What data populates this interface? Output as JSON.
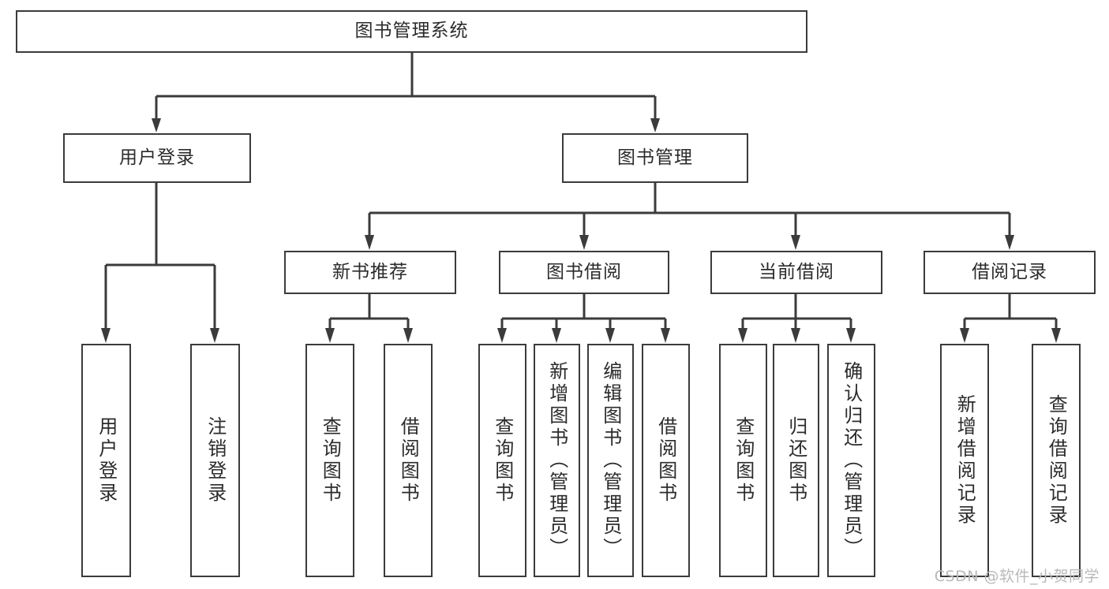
{
  "diagram": {
    "title": "图书管理系统",
    "type": "tree-hierarchy-diagram",
    "root": {
      "id": "root",
      "label": "图书管理系统"
    },
    "level2": [
      {
        "id": "user-login",
        "label": "用户登录"
      },
      {
        "id": "book-manage",
        "label": "图书管理"
      }
    ],
    "level3": [
      {
        "id": "new-book-rec",
        "label": "新书推荐"
      },
      {
        "id": "book-borrow",
        "label": "图书借阅"
      },
      {
        "id": "current-borrow",
        "label": "当前借阅"
      },
      {
        "id": "borrow-record",
        "label": "借阅记录"
      }
    ],
    "leaves": {
      "user_login": [
        {
          "id": "leaf-user-login",
          "label": "用户登录"
        },
        {
          "id": "leaf-logout-login",
          "label": "注销登录"
        }
      ],
      "new_book_rec": [
        {
          "id": "leaf-query-book-1",
          "label": "查询图书"
        },
        {
          "id": "leaf-borrow-book-1",
          "label": "借阅图书"
        }
      ],
      "book_borrow": [
        {
          "id": "leaf-query-book-2",
          "label": "查询图书"
        },
        {
          "id": "leaf-add-book",
          "label": "新增图书（管理员）"
        },
        {
          "id": "leaf-edit-book",
          "label": "编辑图书（管理员）"
        },
        {
          "id": "leaf-borrow-book-2",
          "label": "借阅图书"
        }
      ],
      "current_borrow": [
        {
          "id": "leaf-query-book-3",
          "label": "查询图书"
        },
        {
          "id": "leaf-return-book",
          "label": "归还图书"
        },
        {
          "id": "leaf-confirm-return",
          "label": "确认归还（管理员）"
        }
      ],
      "borrow_record": [
        {
          "id": "leaf-add-record",
          "label": "新增借阅记录"
        },
        {
          "id": "leaf-query-record",
          "label": "查询借阅记录"
        }
      ]
    }
  },
  "watermark": {
    "text": "CSDN @软件_小贺同学"
  },
  "colors": {
    "border": "#3b3b3b",
    "connector": "#3b3b3b",
    "text": "#2b2b2b",
    "background": "#ffffff",
    "watermark": "#b9b9b9"
  }
}
